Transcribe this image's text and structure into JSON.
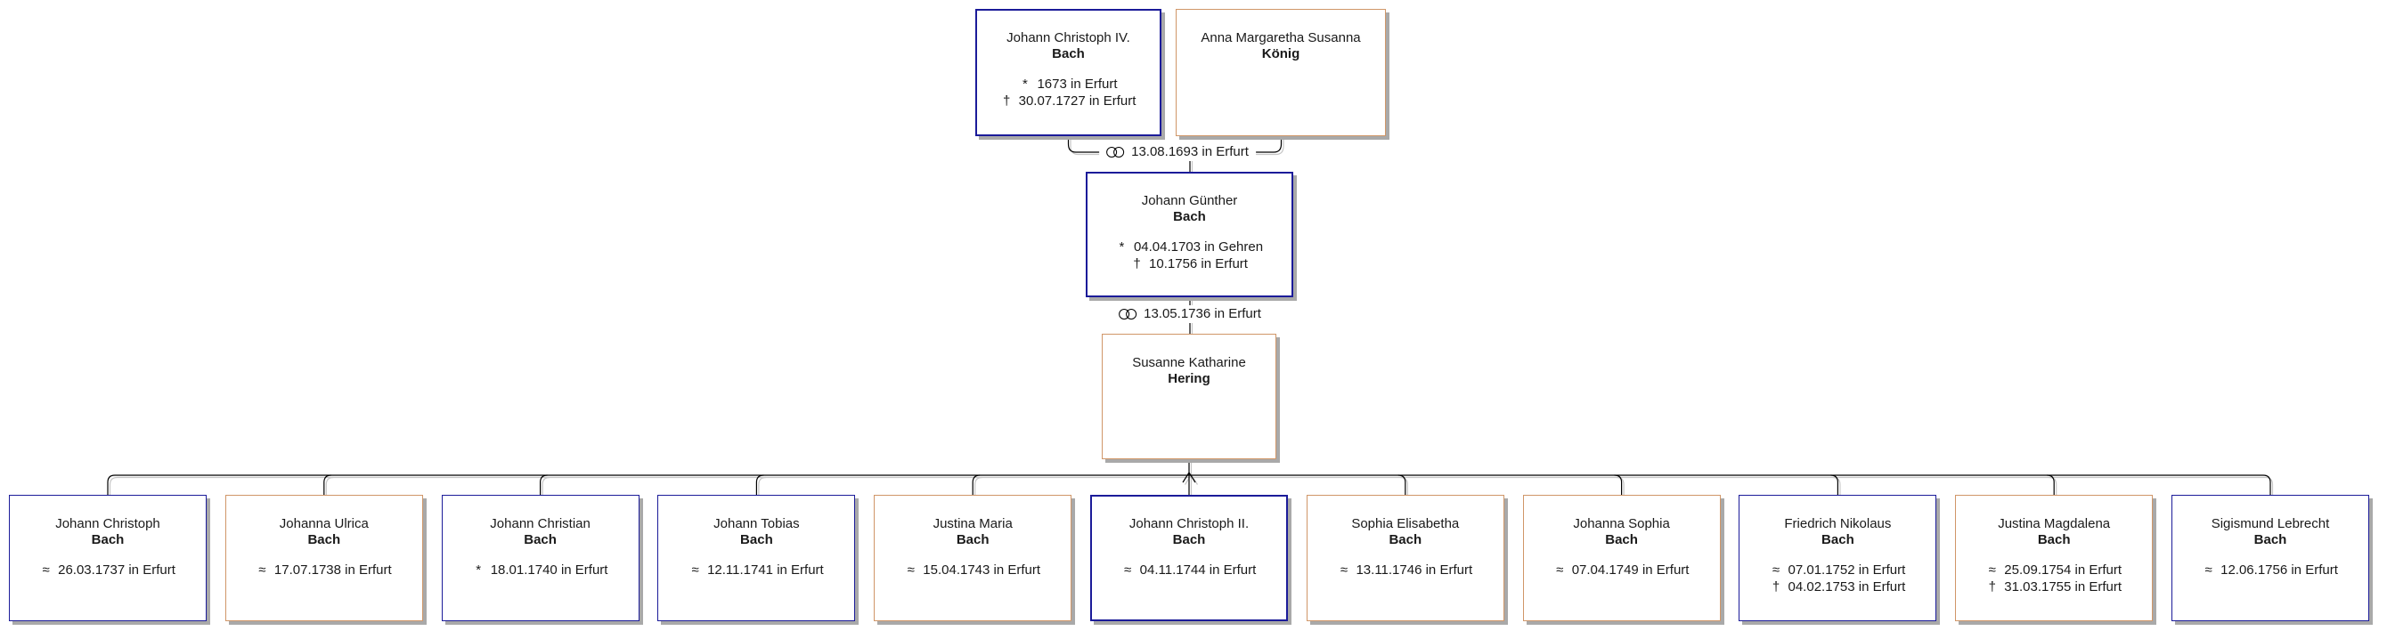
{
  "colors": {
    "male_border": "#1b1b99",
    "female_border": "#d09668",
    "connector_line": "#000000",
    "connector_line_shadow": "#c6c6c6",
    "box_shadow": "#a9a9a9",
    "text": "#1a1a1a",
    "background": "#ffffff"
  },
  "tree": {
    "top_couple": {
      "husband": {
        "given": "Johann Christoph IV.",
        "surname": "Bach",
        "sex": "male",
        "direct_line": true,
        "events": [
          {
            "symbol": "*",
            "text": "1673 in Erfurt"
          },
          {
            "symbol": "†",
            "text": "30.07.1727 in Erfurt"
          }
        ]
      },
      "wife": {
        "given": "Anna Margaretha Susanna",
        "surname": "König",
        "sex": "female",
        "direct_line": false,
        "events": []
      },
      "marriage": {
        "symbol": "⚭",
        "label": "13.08.1693 in Erfurt"
      }
    },
    "middle_couple": {
      "husband": {
        "given": "Johann Günther",
        "surname": "Bach",
        "sex": "male",
        "direct_line": true,
        "events": [
          {
            "symbol": "*",
            "text": "04.04.1703 in Gehren"
          },
          {
            "symbol": "†",
            "text": "10.1756 in Erfurt"
          }
        ]
      },
      "wife": {
        "given": "Susanne Katharine",
        "surname": "Hering",
        "sex": "female",
        "direct_line": false,
        "events": []
      },
      "marriage": {
        "symbol": "⚭",
        "label": "13.05.1736 in Erfurt"
      }
    },
    "children": [
      {
        "given": "Johann Christoph",
        "surname": "Bach",
        "sex": "male",
        "direct_line": false,
        "events": [
          {
            "symbol": "≈",
            "text": "26.03.1737 in Erfurt"
          }
        ]
      },
      {
        "given": "Johanna Ulrica",
        "surname": "Bach",
        "sex": "female",
        "direct_line": false,
        "events": [
          {
            "symbol": "≈",
            "text": "17.07.1738 in Erfurt"
          }
        ]
      },
      {
        "given": "Johann Christian",
        "surname": "Bach",
        "sex": "male",
        "direct_line": false,
        "events": [
          {
            "symbol": "*",
            "text": "18.01.1740 in Erfurt"
          }
        ]
      },
      {
        "given": "Johann Tobias",
        "surname": "Bach",
        "sex": "male",
        "direct_line": false,
        "events": [
          {
            "symbol": "≈",
            "text": "12.11.1741 in Erfurt"
          }
        ]
      },
      {
        "given": "Justina Maria",
        "surname": "Bach",
        "sex": "female",
        "direct_line": false,
        "events": [
          {
            "symbol": "≈",
            "text": "15.04.1743 in Erfurt"
          }
        ]
      },
      {
        "given": "Johann Christoph II.",
        "surname": "Bach",
        "sex": "male",
        "direct_line": true,
        "events": [
          {
            "symbol": "≈",
            "text": "04.11.1744 in Erfurt"
          }
        ]
      },
      {
        "given": "Sophia Elisabetha",
        "surname": "Bach",
        "sex": "female",
        "direct_line": false,
        "events": [
          {
            "symbol": "≈",
            "text": "13.11.1746 in Erfurt"
          }
        ]
      },
      {
        "given": "Johanna Sophia",
        "surname": "Bach",
        "sex": "female",
        "direct_line": false,
        "events": [
          {
            "symbol": "≈",
            "text": "07.04.1749 in Erfurt"
          }
        ]
      },
      {
        "given": "Friedrich Nikolaus",
        "surname": "Bach",
        "sex": "male",
        "direct_line": false,
        "events": [
          {
            "symbol": "≈",
            "text": "07.01.1752 in Erfurt"
          },
          {
            "symbol": "†",
            "text": "04.02.1753 in Erfurt"
          }
        ]
      },
      {
        "given": "Justina Magdalena",
        "surname": "Bach",
        "sex": "female",
        "direct_line": false,
        "events": [
          {
            "symbol": "≈",
            "text": "25.09.1754 in Erfurt"
          },
          {
            "symbol": "†",
            "text": "31.03.1755 in Erfurt"
          }
        ]
      },
      {
        "given": "Sigismund Lebrecht",
        "surname": "Bach",
        "sex": "male",
        "direct_line": false,
        "events": [
          {
            "symbol": "≈",
            "text": "12.06.1756 in Erfurt"
          }
        ]
      }
    ]
  }
}
